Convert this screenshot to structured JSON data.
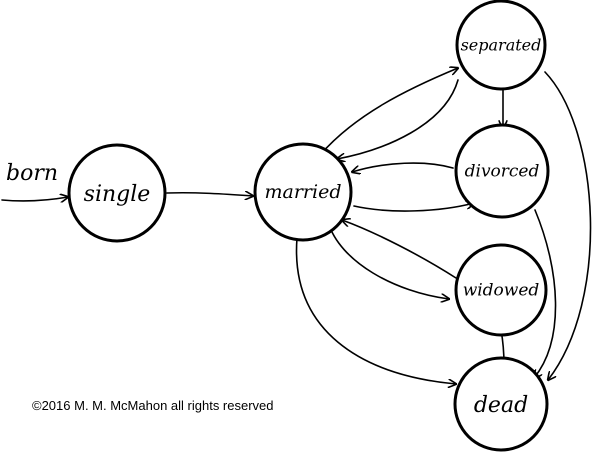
{
  "diagram": {
    "start_label": "born",
    "copyright": "©2016 M. M. McMahon all rights reserved",
    "states": {
      "single": "single",
      "married": "married",
      "separated": "separated",
      "divorced": "divorced",
      "widowed": "widowed",
      "dead": "dead"
    }
  }
}
